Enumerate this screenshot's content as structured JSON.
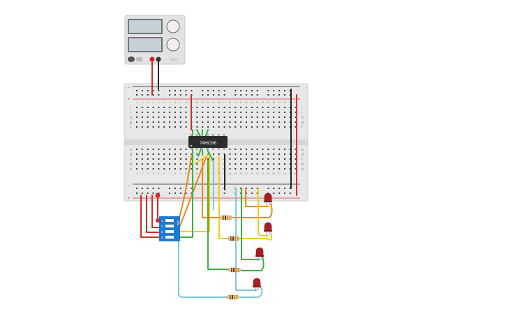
{
  "power_supply": {
    "display_top": "",
    "display_bottom": "",
    "colors": {
      "body": "#e2e2e2",
      "display": "#c4d2d6",
      "knob": "#f0f0f0"
    }
  },
  "breadboard": {
    "column_count": 30,
    "top_row_letters": [
      "j",
      "i",
      "h",
      "g",
      "f"
    ],
    "bottom_row_letters": [
      "e",
      "d",
      "c",
      "b",
      "a"
    ],
    "rail_plus": "+",
    "rail_minus": "−",
    "colors": {
      "body": "#e8e8e8",
      "hole": "#3a3a3a",
      "rail_red": "#d33",
      "rail_black": "#222"
    }
  },
  "chip": {
    "label": "74HC86",
    "color": "#2d2d2d"
  },
  "dip_switch": {
    "label": "ON",
    "positions": [
      "1",
      "2",
      "3",
      "4"
    ],
    "color": "#1e7ad0"
  },
  "leds": [
    {
      "color": "#a81f1f"
    },
    {
      "color": "#a81f1f"
    },
    {
      "color": "#a81f1f"
    },
    {
      "color": "#a81f1f"
    }
  ],
  "resistors": [
    {
      "band_colors": [
        "#8b4513",
        "#222",
        "#e67e22",
        "#c9a227"
      ]
    },
    {
      "band_colors": [
        "#8b4513",
        "#222",
        "#e67e22",
        "#c9a227"
      ]
    },
    {
      "band_colors": [
        "#8b4513",
        "#222",
        "#e67e22",
        "#c9a227"
      ]
    },
    {
      "band_colors": [
        "#8b4513",
        "#222",
        "#e67e22",
        "#c9a227"
      ]
    }
  ],
  "wire_colors": {
    "red": "#d62828",
    "black": "#222222",
    "orange": "#e88a14",
    "yellow": "#f2cc17",
    "green": "#3ab043",
    "cyan": "#7fcbd8"
  }
}
